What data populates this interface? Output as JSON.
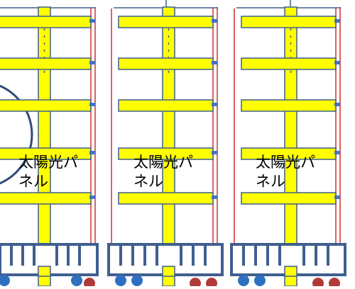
{
  "panel_label": "太陽光パ\nネル",
  "units": [
    {
      "id": "left",
      "label": "太陽光パ\nネル"
    },
    {
      "id": "middle",
      "label": "太陽光パ\nネル"
    },
    {
      "id": "right",
      "label": "太陽光パ\nネル"
    }
  ],
  "colors": {
    "panel_fill": "#ffff00",
    "outline": "#3f5f8f",
    "rail": "#d03030",
    "circle": "#2e4a7a",
    "connector": "#4472c4",
    "wheel_blue": "#2f6fbf",
    "wheel_red": "#b03a3a"
  }
}
